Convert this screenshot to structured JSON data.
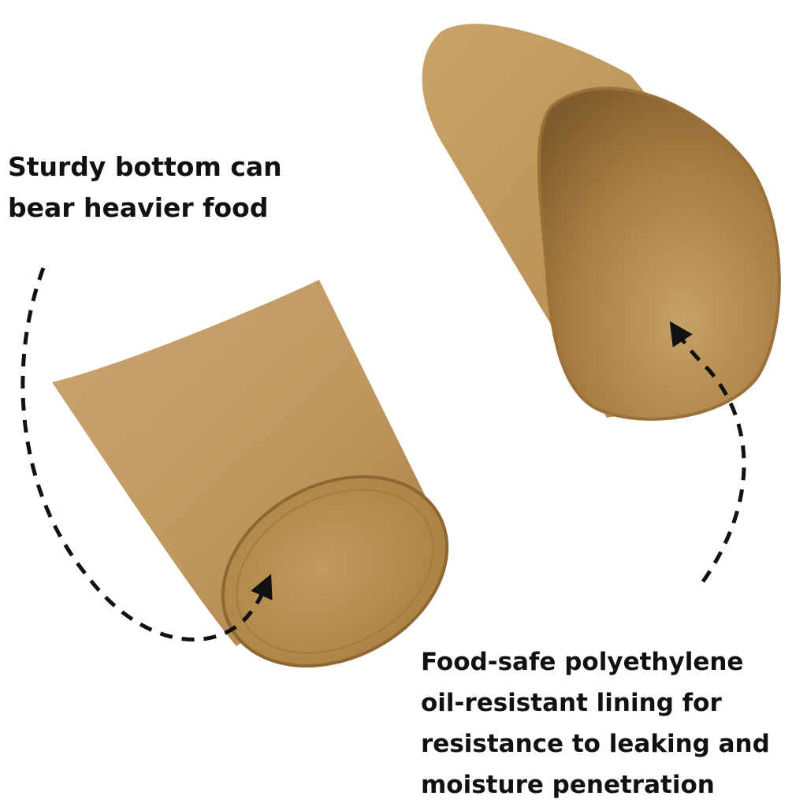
{
  "colors": {
    "background": "#ffffff",
    "kraft_light": "#c9a36a",
    "kraft_mid": "#b78c52",
    "kraft_dark": "#8c6430",
    "text": "#111111"
  },
  "captions": {
    "top_lines": [
      "Sturdy bottom can",
      "bear heavier food"
    ],
    "bottom_lines": [
      "Food-safe polyethylene",
      "oil-resistant lining for",
      "resistance to leaking and",
      "moisture penetration"
    ]
  },
  "objects": {
    "left": "kraft paper cup lying on side, bottom facing viewer",
    "right": "kraft paper cone opening facing viewer"
  },
  "icons": [
    "dashed-arrow-icon",
    "dashed-arrow-icon"
  ]
}
